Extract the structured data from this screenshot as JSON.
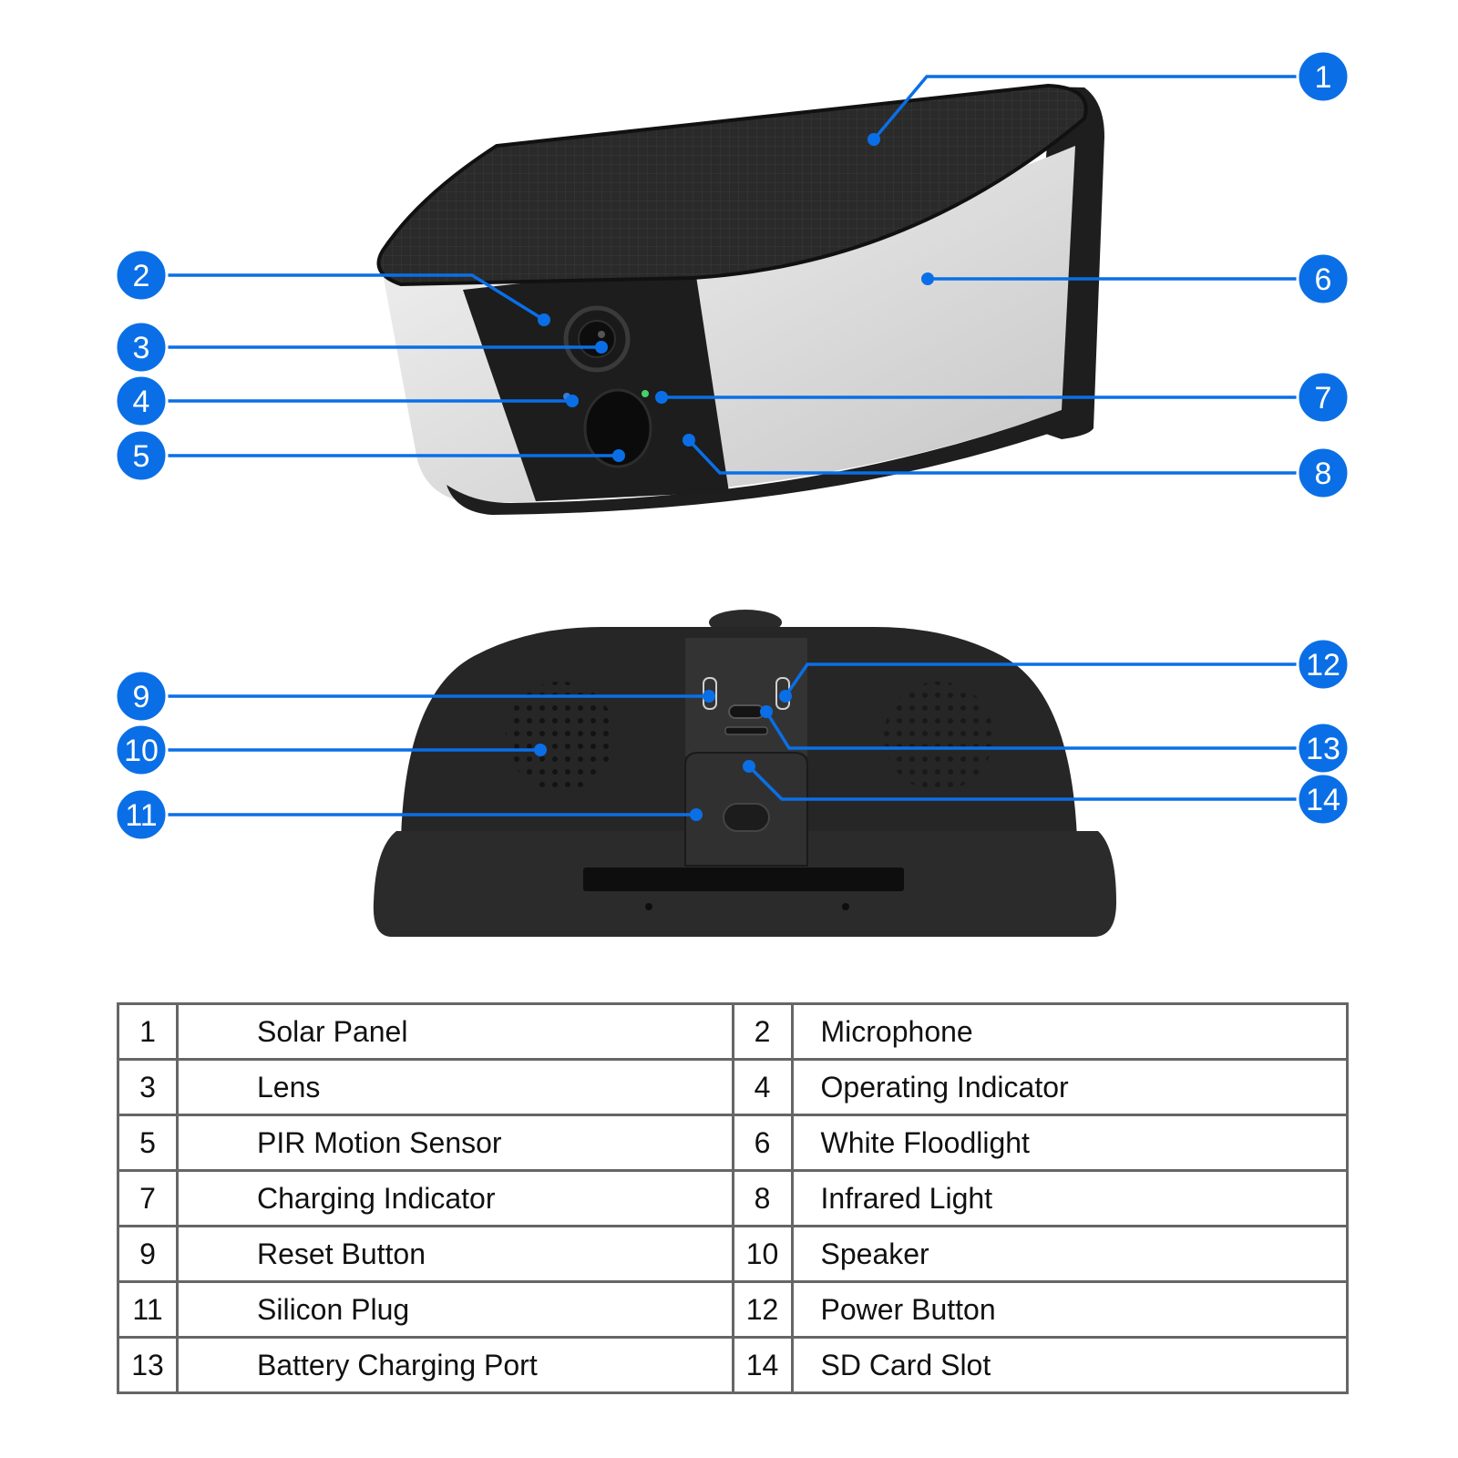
{
  "colors": {
    "accent": "#0a6fe6",
    "body_dark": "#262626",
    "body_light": "#d8d8d8",
    "table_border": "#666666"
  },
  "callouts": [
    {
      "number": "1"
    },
    {
      "number": "2"
    },
    {
      "number": "3"
    },
    {
      "number": "4"
    },
    {
      "number": "5"
    },
    {
      "number": "6"
    },
    {
      "number": "7"
    },
    {
      "number": "8"
    },
    {
      "number": "9"
    },
    {
      "number": "10"
    },
    {
      "number": "11"
    },
    {
      "number": "12"
    },
    {
      "number": "13"
    },
    {
      "number": "14"
    }
  ],
  "legend": {
    "rows": [
      {
        "left_num": "1",
        "left_label": "Solar Panel",
        "right_num": "2",
        "right_label": "Microphone"
      },
      {
        "left_num": "3",
        "left_label": "Lens",
        "right_num": "4",
        "right_label": "Operating Indicator"
      },
      {
        "left_num": "5",
        "left_label": "PIR Motion Sensor",
        "right_num": "6",
        "right_label": "White Floodlight"
      },
      {
        "left_num": "7",
        "left_label": "Charging Indicator",
        "right_num": "8",
        "right_label": "Infrared Light"
      },
      {
        "left_num": "9",
        "left_label": "Reset Button",
        "right_num": "10",
        "right_label": "Speaker"
      },
      {
        "left_num": "11",
        "left_label": "Silicon Plug",
        "right_num": "12",
        "right_label": "Power Button"
      },
      {
        "left_num": "13",
        "left_label": "Battery Charging Port",
        "right_num": "14",
        "right_label": "SD Card Slot"
      }
    ]
  }
}
